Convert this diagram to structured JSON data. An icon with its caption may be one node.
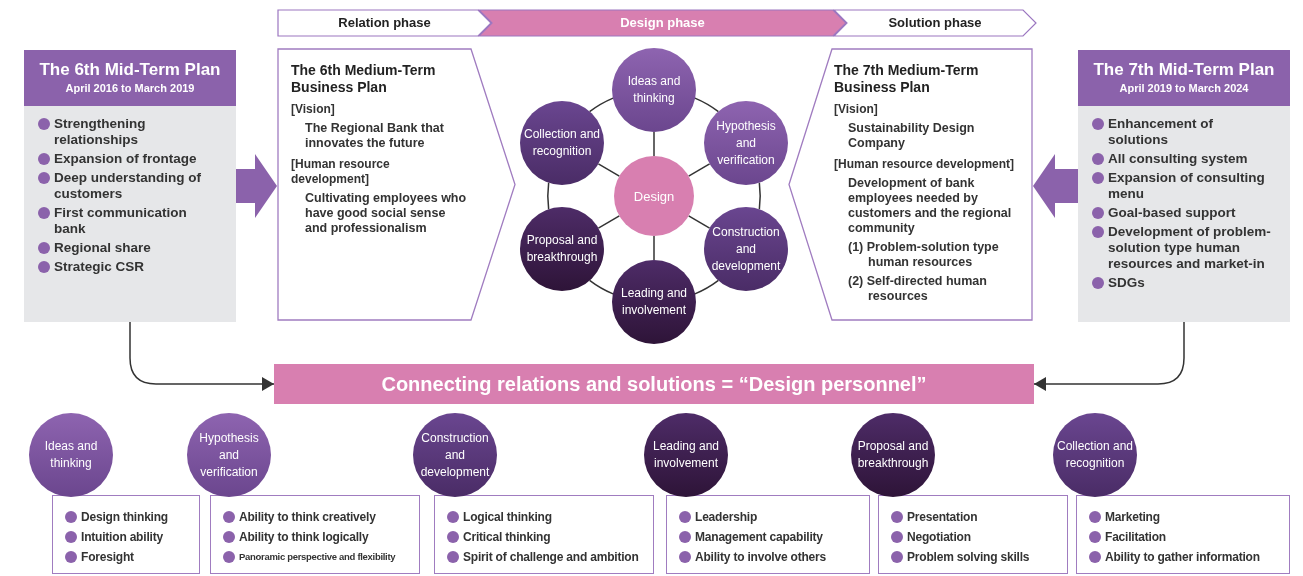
{
  "diagram": {
    "nodes": [
      {
        "text": [
          "Relation phase"
        ]
      },
      {
        "text": [
          "Design phase"
        ]
      },
      {
        "text": [
          "Solution phase"
        ]
      },
      {
        "text": [
          "The 6th Mid-Term Plan",
          "April 2016 to March 2019",
          "Strengthening relationships",
          "Expansion of frontage",
          "Deep understanding of customers",
          "First communication bank",
          "Regional share",
          "Strategic CSR"
        ]
      },
      {
        "text": [
          "The 6th Medium-Term Business Plan",
          "[Vision]",
          "The Regional Bank that innovates the future",
          "[Human resource development]",
          "Cultivating employees who have good social sense and professionalism"
        ]
      },
      {
        "text": [
          "Design"
        ]
      },
      {
        "text": [
          "Ideas and thinking"
        ]
      },
      {
        "text": [
          "Hypothesis and verification"
        ]
      },
      {
        "text": [
          "Construction and development"
        ]
      },
      {
        "text": [
          "Leading and involvement"
        ]
      },
      {
        "text": [
          "Proposal and breakthrough"
        ]
      },
      {
        "text": [
          "Collection and recognition"
        ]
      },
      {
        "text": [
          "The 7th Medium-Term Business Plan",
          "[Vision]",
          "Sustainability Design Company",
          "[Human resource development]",
          "Development of bank employees needed by customers and the regional community",
          "(1) Problem-solution type human resources",
          "(2) Self-directed human resources"
        ]
      },
      {
        "text": [
          "The 7th Mid-Term Plan",
          "April 2019 to March 2024",
          "Enhancement of solutions",
          "All consulting system",
          "Expansion of consulting menu",
          "Goal-based support",
          "Development of problem-solution type human resources and market-in",
          "SDGs"
        ]
      },
      {
        "text": [
          "Connecting relations and solutions = “Design personnel”"
        ]
      },
      {
        "text": [
          "Ideas and thinking"
        ]
      },
      {
        "text": [
          "Hypothesis and verification"
        ]
      },
      {
        "text": [
          "Construction and development"
        ]
      },
      {
        "text": [
          "Leading and involvement"
        ]
      },
      {
        "text": [
          "Proposal and breakthrough"
        ]
      },
      {
        "text": [
          "Collection and recognition"
        ]
      },
      {
        "text": [
          "Design thinking",
          "Intuition ability",
          "Foresight"
        ]
      },
      {
        "text": [
          "Ability to think creatively",
          "Ability to think logically",
          "Panoramic perspective and flexibility"
        ]
      },
      {
        "text": [
          "Logical thinking",
          "Critical thinking",
          "Spirit of challenge and ambition"
        ]
      },
      {
        "text": [
          "Leadership",
          "Management capability",
          "Ability to involve others"
        ]
      },
      {
        "text": [
          "Presentation",
          "Negotiation",
          "Problem solving skills"
        ]
      },
      {
        "text": [
          "Marketing",
          "Facilitation",
          "Ability to gather information"
        ]
      }
    ],
    "edges": [
      {
        "from": 5,
        "to": 6,
        "arrow": "none"
      },
      {
        "from": 5,
        "to": 7,
        "arrow": "none"
      },
      {
        "from": 5,
        "to": 8,
        "arrow": "none"
      },
      {
        "from": 5,
        "to": 9,
        "arrow": "none"
      },
      {
        "from": 5,
        "to": 10,
        "arrow": "none"
      },
      {
        "from": 5,
        "to": 11,
        "arrow": "none"
      },
      {
        "from": 6,
        "to": 7,
        "arrow": "none"
      },
      {
        "from": 7,
        "to": 8,
        "arrow": "none"
      },
      {
        "from": 8,
        "to": 9,
        "arrow": "none"
      },
      {
        "from": 9,
        "to": 10,
        "arrow": "none"
      },
      {
        "from": 10,
        "to": 11,
        "arrow": "none"
      },
      {
        "from": 11,
        "to": 6,
        "arrow": "none"
      },
      {
        "from": 3,
        "to": 4,
        "arrow": "to",
        "style": "thick",
        "color": "#8b62ab"
      },
      {
        "from": 13,
        "to": 12,
        "arrow": "to",
        "style": "thick",
        "color": "#8b62ab"
      },
      {
        "from": 3,
        "to": 14,
        "arrow": "to"
      },
      {
        "from": 13,
        "to": 14,
        "arrow": "to"
      }
    ]
  }
}
